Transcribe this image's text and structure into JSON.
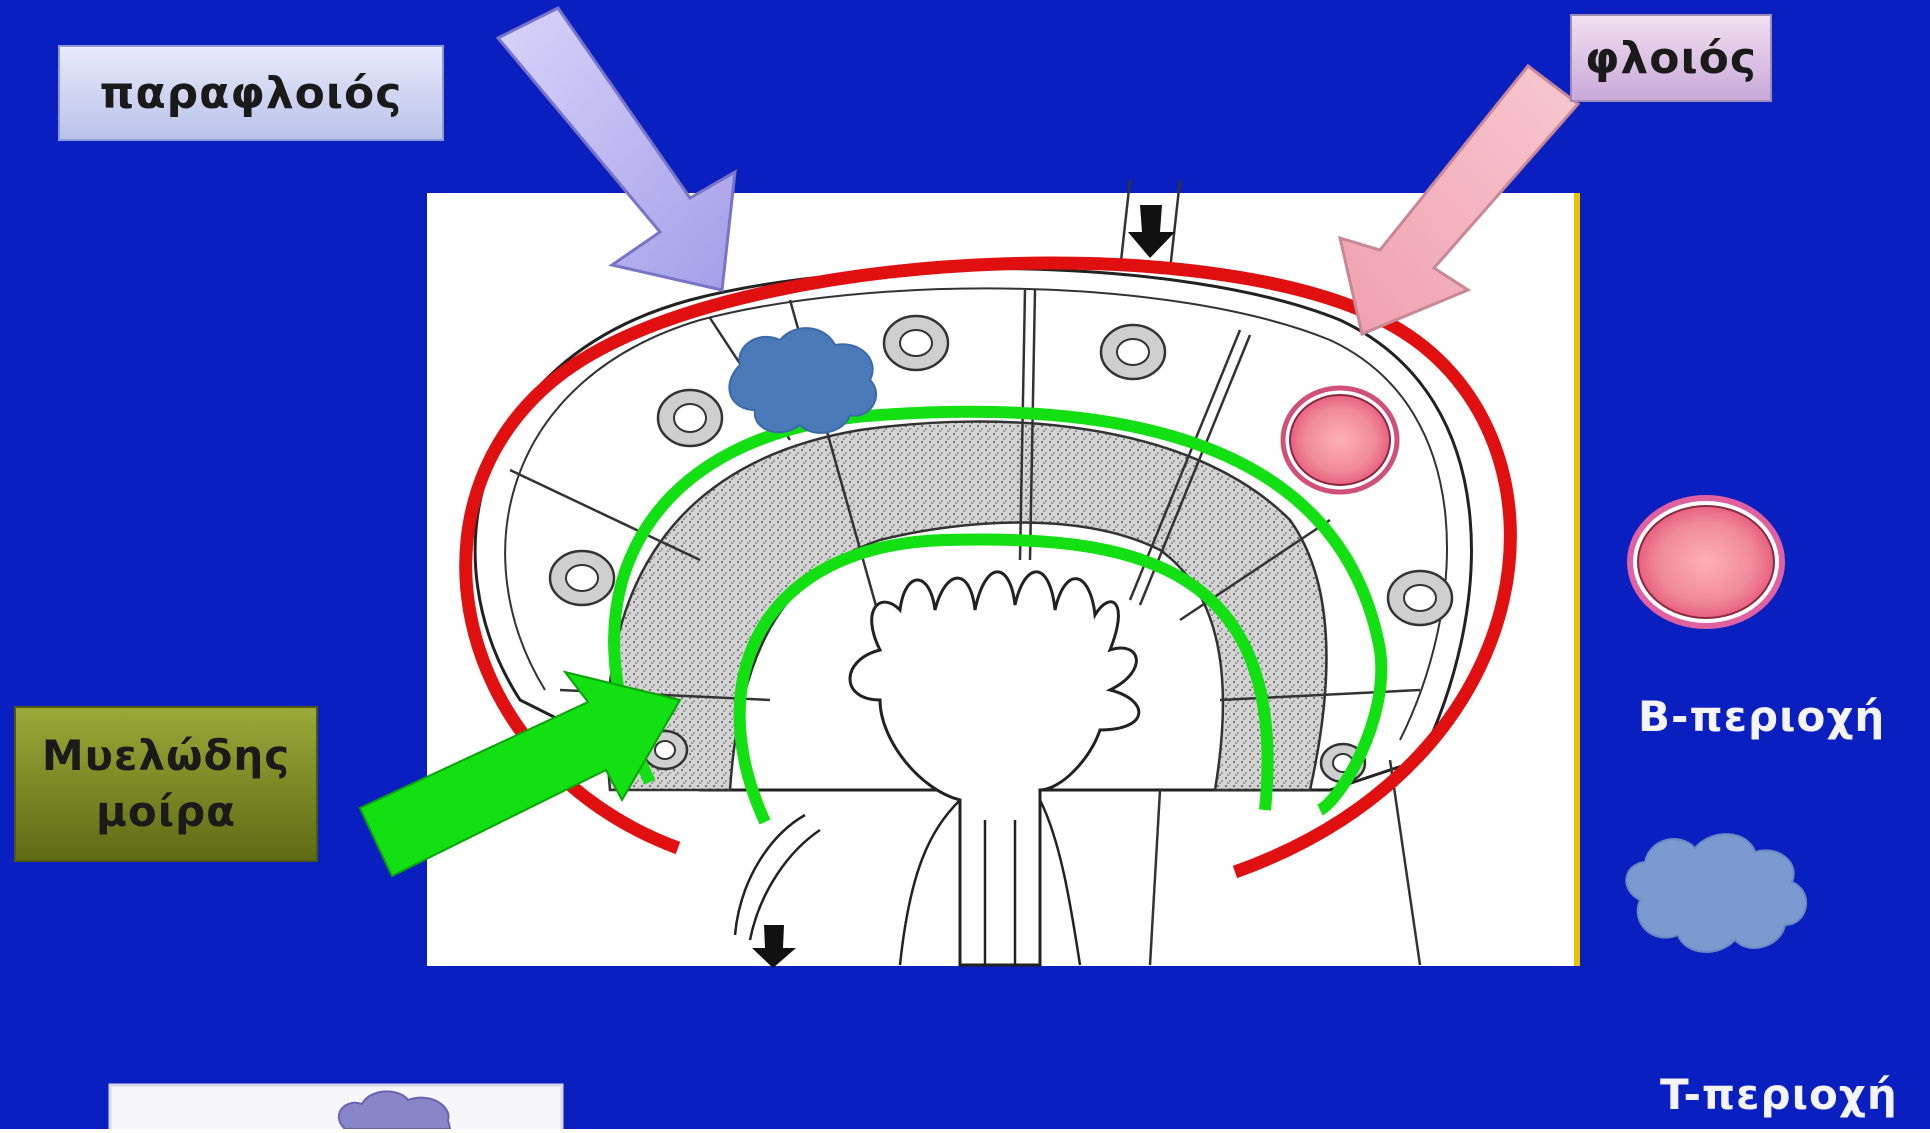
{
  "background_color": "#0a1fbf",
  "labels": {
    "paracortex": "παραφλοιός",
    "cortex": "φλοιός",
    "medulla_line1": "Μυελώδης",
    "medulla_line2": "μοίρα"
  },
  "legend": {
    "b_region": "B-περιοχή",
    "t_region": "T-περιοχή"
  },
  "colors": {
    "cortex_arc": "#e01010",
    "paracortex_arc": "#10e010",
    "b_follicle": "#f08a9a",
    "t_cluster": "#4a7ab8",
    "paracortex_arrow": "#b8b4f0",
    "cortex_arrow": "#f4b4c0",
    "medulla_arrow": "#10e010"
  }
}
